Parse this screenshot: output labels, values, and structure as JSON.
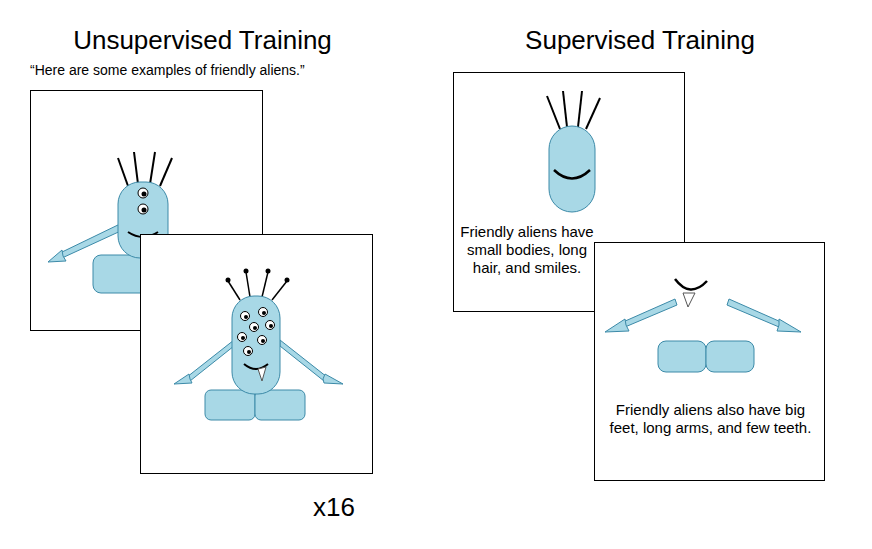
{
  "diagram": {
    "nodes": [
      {
        "text": [
          "Friendly aliens have small bodies, long hair, and smiles."
        ]
      },
      {
        "text": [
          "Friendly aliens also have big feet, long arms, and few teeth."
        ]
      }
    ],
    "labels": [
      "Unsupervised Training",
      "“Here are some examples of friendly aliens.”",
      "Supervised Training",
      "x16"
    ]
  }
}
